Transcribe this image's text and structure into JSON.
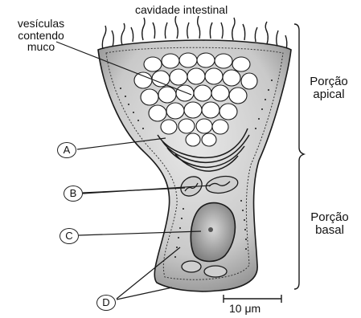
{
  "figure": {
    "title": "cavidade intestinal",
    "vesicle_label": [
      "vesículas",
      "contendo",
      "muco"
    ],
    "apical_label": [
      "Porção",
      "apical"
    ],
    "basal_label": [
      "Porção",
      "basal"
    ],
    "markers": {
      "a": "A",
      "b": "B",
      "c": "C",
      "d": "D"
    },
    "scale_bar": "10 μm"
  },
  "colors": {
    "ink": "#1a1a1a",
    "vesicle_fill": "#ffffff",
    "cell_shade": "#bdbdbd",
    "nucleus": "#9a9a9a"
  }
}
